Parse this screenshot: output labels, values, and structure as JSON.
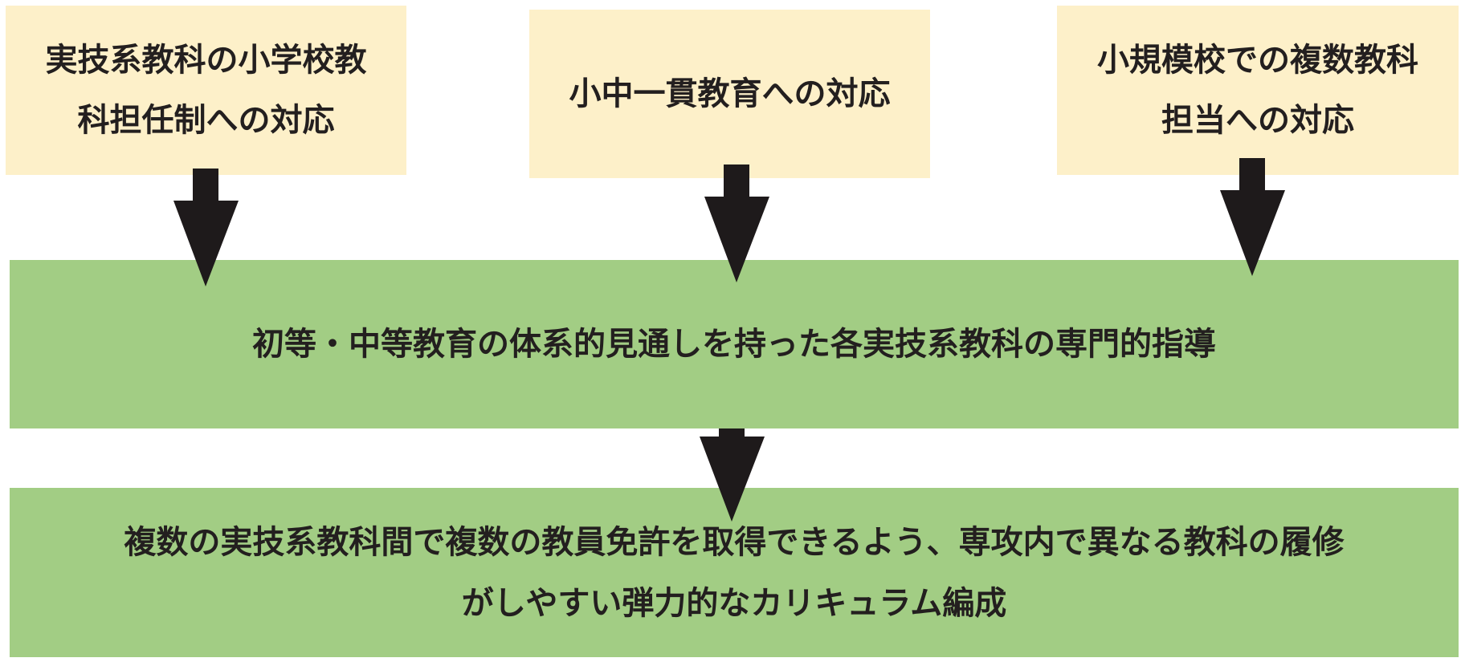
{
  "top_boxes": {
    "left": {
      "lines": [
        "実技系教科の小学校教",
        "科担任制への対応"
      ]
    },
    "center": {
      "lines": [
        "小中一貫教育への対応"
      ]
    },
    "right": {
      "lines": [
        "小規模校での複数教科",
        "担当への対応"
      ]
    }
  },
  "middle_box": {
    "lines": [
      "初等・中等教育の体系的見通しを持った各実技系教科の専門的指導"
    ]
  },
  "bottom_box": {
    "lines": [
      "複数の実技系教科間で複数の教員免許を取得できるよう、専攻内で異なる教科の履修",
      "がしやすい弾力的なカリキュラム編成"
    ]
  },
  "colors": {
    "top_box_fill": "#fdf0c9",
    "green_box_fill": "#a2cd84",
    "arrow_fill": "#1e1a1b",
    "text": "#231f1f"
  }
}
